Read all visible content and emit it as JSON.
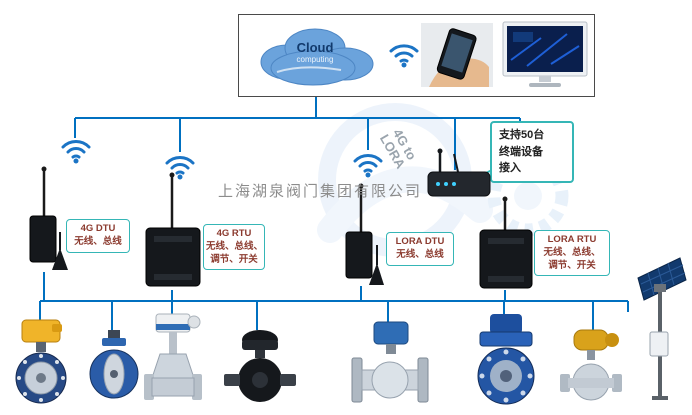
{
  "watermark": {
    "company": "上海湖泉阀门集团有限公司"
  },
  "cloud_panel": {
    "cloud_title": "Cloud",
    "cloud_subtitle": "computing"
  },
  "note_box": {
    "line1": "支持50台",
    "line2": "终端设备",
    "line3": "接入"
  },
  "gateway": {
    "line1": "4G to",
    "line2": "LORA"
  },
  "device_labels": [
    {
      "title": "4G DTU",
      "desc1": "无线、总线"
    },
    {
      "title": "4G RTU",
      "desc1": "无线、总线、",
      "desc2": "调节、开关"
    },
    {
      "title": "LORA DTU",
      "desc1": "无线、总线"
    },
    {
      "title": "LORA RTU",
      "desc1": "无线、总线、",
      "desc2": "调节、开关"
    }
  ],
  "colors": {
    "connector_blue": "#0070C0",
    "label_border_teal": "#35B6B6",
    "label_text_red": "#8B3A2E",
    "note_text": "#222222",
    "cloud_blue": "#6BA3DC"
  },
  "equipment_icons": [
    "electric-butterfly-valve-yellow-actuator",
    "butterfly-valve-blue-body",
    "electric-gate-valve-white-actuator",
    "electric-ball-valve-black",
    "electric-flanged-ball-valve-blue-actuator",
    "electric-butterfly-valve-blue-large",
    "electric-globe-valve-gold-actuator",
    "solar-powered-monitoring-pole"
  ]
}
